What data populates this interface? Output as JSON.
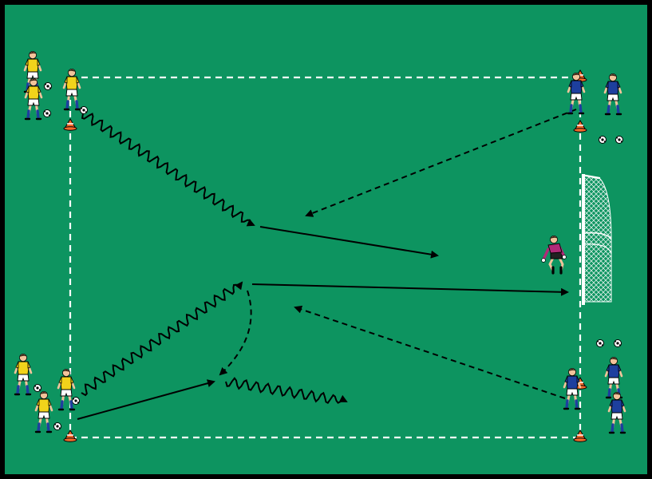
{
  "colors": {
    "border": "#000000",
    "pitch": "#0d9460",
    "lines": "#ffffff",
    "arrows": "#000000",
    "cone": "#f26a2a",
    "team_yellow": "#f2d31b",
    "team_blue": "#1d3f9e",
    "goalkeeper": "#b02a78",
    "shorts_white": "#ffffff",
    "socks": "#1d3f9e",
    "skin": "#f2c49b",
    "ball": "#ffffff"
  },
  "icons": {
    "cone": "training-cone-icon",
    "ball": "soccer-ball-icon",
    "goal": "goal-net-icon",
    "player": "player-figure-icon"
  },
  "field": {
    "boundary_style": "dashed",
    "goal_side": "right"
  },
  "groups": [
    {
      "id": "top-left",
      "team": "yellow",
      "players": 3,
      "balls": 3
    },
    {
      "id": "bottom-left",
      "team": "yellow",
      "players": 3,
      "balls": 3
    },
    {
      "id": "top-right",
      "team": "blue",
      "players": 2,
      "balls": 2
    },
    {
      "id": "bottom-right",
      "team": "blue",
      "players": 3,
      "balls": 2
    },
    {
      "id": "goal",
      "team": "goalkeeper",
      "players": 1,
      "balls": 0
    }
  ],
  "arrow_types": [
    "dribble",
    "pass",
    "run"
  ]
}
